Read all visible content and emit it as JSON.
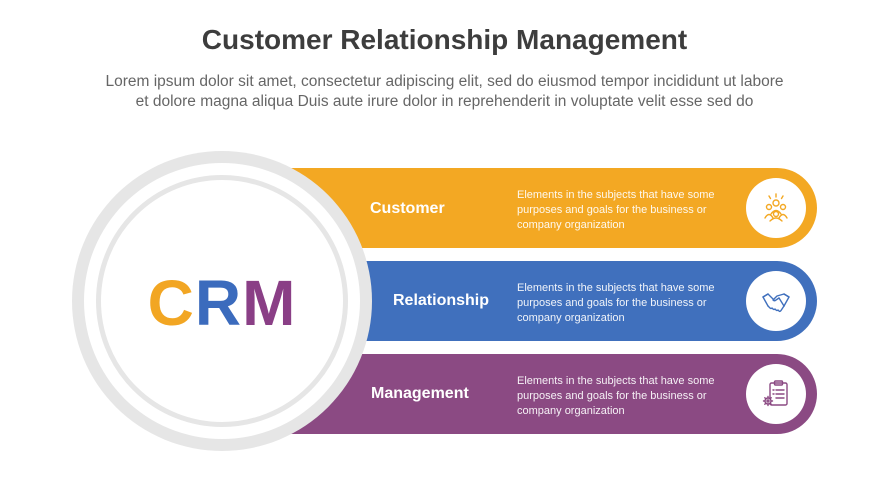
{
  "header": {
    "title": "Customer Relationship Management",
    "subtitle_line1": "Lorem ipsum dolor sit amet, consectetur adipiscing elit, sed do eiusmod tempor incididunt ut labore",
    "subtitle_line2": "et dolore magna aliqua Duis aute irure dolor in reprehenderit in voluptate velit esse sed do"
  },
  "center": {
    "letters": [
      "C",
      "R",
      "M"
    ],
    "letter_colors": [
      "#f2a623",
      "#3b6bbd",
      "#8a3f86"
    ]
  },
  "items": [
    {
      "title": "Customer",
      "desc_line1": "Elements in the subjects that have some",
      "desc_line2": "purposes and goals for the business or",
      "desc_line3": "company organization",
      "color": "#f3a823",
      "icon": "people-group-icon"
    },
    {
      "title": "Relationship",
      "desc_line1": "Elements in the subjects that have some",
      "desc_line2": "purposes and goals for the business or",
      "desc_line3": "company organization",
      "color": "#4070bd",
      "icon": "handshake-icon"
    },
    {
      "title": "Management",
      "desc_line1": "Elements in the subjects that have some",
      "desc_line2": "purposes and goals for the business or",
      "desc_line3": "company organization",
      "color": "#8b4a83",
      "icon": "clipboard-gear-icon"
    }
  ]
}
